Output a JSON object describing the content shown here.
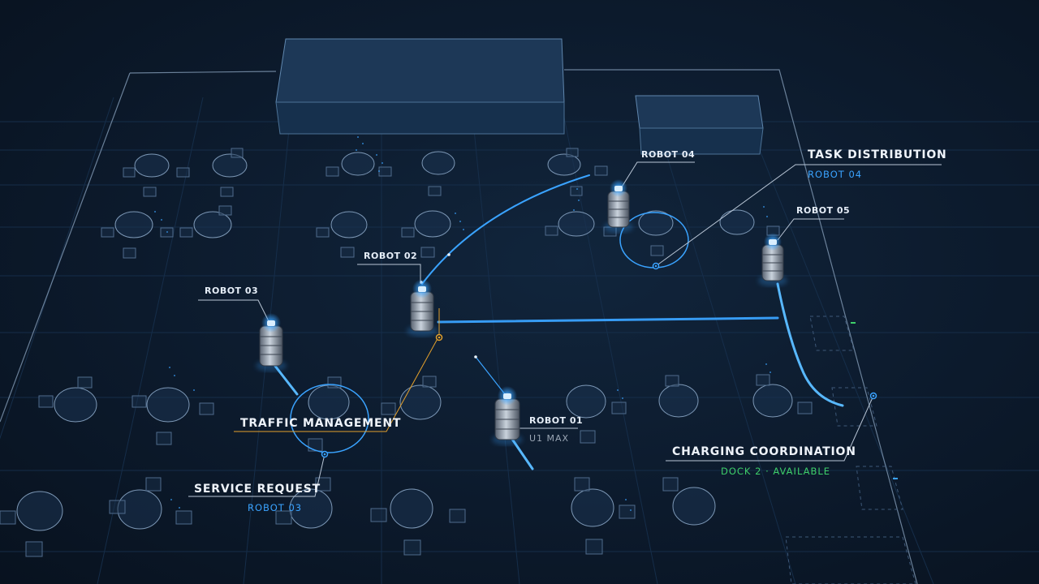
{
  "colors": {
    "background": "#0c1a2c",
    "grid_line": "#1c3452",
    "outline": "#6e88a6",
    "accent_blue": "#3aa3ff",
    "accent_orange": "#e3a02c",
    "status_green": "#3ecf6a",
    "label_gray": "#9aa6b4"
  },
  "robots": [
    {
      "id": "r01",
      "label": "ROBOT 01",
      "sublabel": "U1 MAX"
    },
    {
      "id": "r02",
      "label": "ROBOT 02"
    },
    {
      "id": "r03",
      "label": "ROBOT 03"
    },
    {
      "id": "r04",
      "label": "ROBOT 04"
    },
    {
      "id": "r05",
      "label": "ROBOT 05"
    }
  ],
  "annotations": {
    "task_distribution": {
      "title": "TASK DISTRIBUTION",
      "subtitle": "ROBOT 04"
    },
    "traffic_management": {
      "title": "TRAFFIC MANAGEMENT"
    },
    "service_request": {
      "title": "SERVICE REQUEST",
      "subtitle": "ROBOT 03"
    },
    "charging_coordination": {
      "title": "CHARGING COORDINATION",
      "subtitle": "DOCK 2 · AVAILABLE"
    }
  }
}
